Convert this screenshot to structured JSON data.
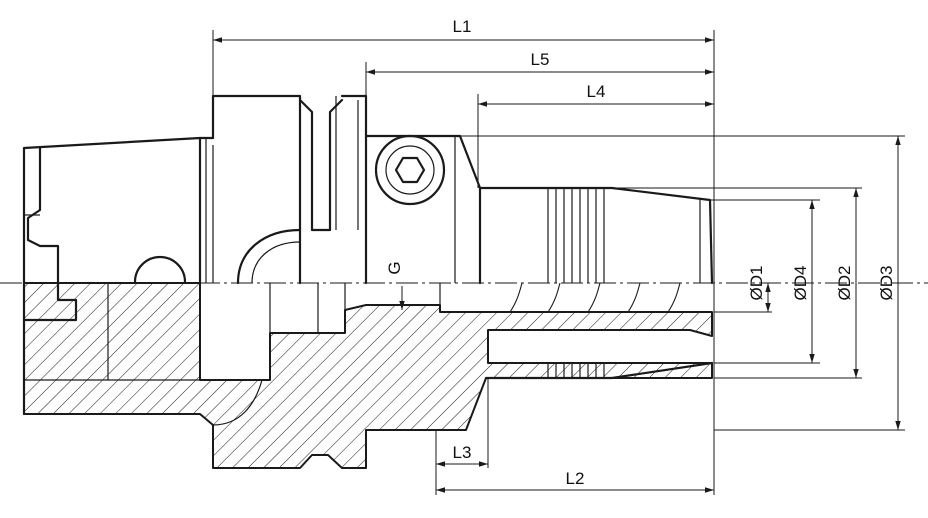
{
  "labels": {
    "L1": "L1",
    "L5": "L5",
    "L4": "L4",
    "L3": "L3",
    "L2": "L2",
    "G": "G",
    "D1": "ØD1",
    "D4": "ØD4",
    "D2": "ØD2",
    "D3": "ØD3"
  },
  "colors": {
    "line": "#1a1a1a",
    "background": "#ffffff"
  }
}
